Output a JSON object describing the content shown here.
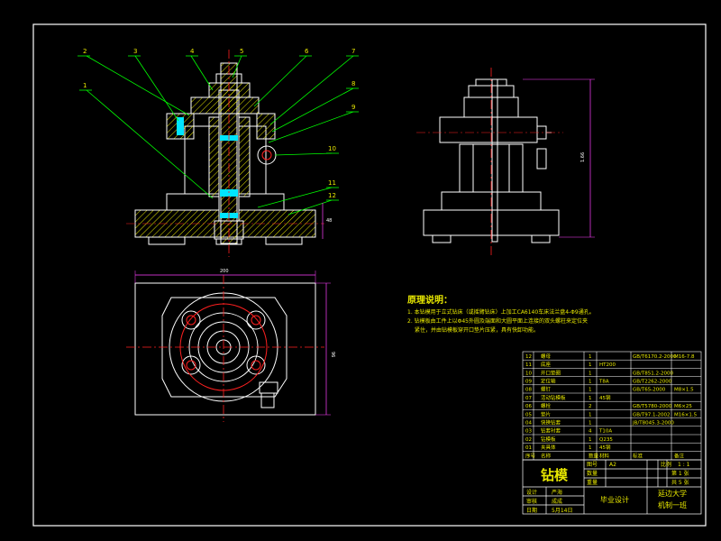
{
  "colors": {
    "background": "#000000",
    "outline": "#ffffff",
    "hatch": "#e8e800",
    "text_note": "#e8e800",
    "leader": "#00ff00",
    "center_line": "#ff2020",
    "dimension": "#ff40ff",
    "bolt_cyan": "#00e5ff"
  },
  "part_callouts": [
    "2",
    "3",
    "4",
    "5",
    "6",
    "7",
    "8",
    "9",
    "10",
    "11",
    "12",
    "1"
  ],
  "dimensions": {
    "plan_width": "200",
    "plan_height": "96",
    "front_height": "48",
    "side_height": "1.66"
  },
  "notes": {
    "heading": "原理说明：",
    "line1": "1. 本钻模用于立式钻床（或摇臂钻床）上加工CA6140车床法兰盘4-Φ9通孔。",
    "line2": "2. 钻模板由工件上以Φ45外圆及端面和大圆平面上连接的双头螺柱来定位夹",
    "line3": "紧住，并由钻模板穿开口垫片压紧，具有快卸功能。"
  },
  "bom": {
    "rows": [
      {
        "no": "12",
        "name": "螺母",
        "qty": "1",
        "material": "",
        "standard": "GB/T6170.2-2000",
        "note": "M16-7.8"
      },
      {
        "no": "11",
        "name": "底座",
        "qty": "1",
        "material": "HT200",
        "standard": "",
        "note": ""
      },
      {
        "no": "10",
        "name": "开口垫圈",
        "qty": "1",
        "material": "",
        "standard": "GB/T851.2-2000",
        "note": ""
      },
      {
        "no": "09",
        "name": "定位轴",
        "qty": "1",
        "material": "T8A",
        "standard": "GB/T2262-2000",
        "note": ""
      },
      {
        "no": "08",
        "name": "螺钉",
        "qty": "1",
        "material": "",
        "standard": "GB/T65-2000",
        "note": "M8×1.5"
      },
      {
        "no": "07",
        "name": "活动钻模板",
        "qty": "1",
        "material": "45钢",
        "standard": "",
        "note": ""
      },
      {
        "no": "06",
        "name": "螺栓",
        "qty": "2",
        "material": "",
        "standard": "GB/T5780-2000",
        "note": "M6×25"
      },
      {
        "no": "05",
        "name": "垫片",
        "qty": "1",
        "material": "",
        "standard": "GB/T97.1-2002",
        "note": "M16×1.5"
      },
      {
        "no": "04",
        "name": "快换钻套",
        "qty": "1",
        "material": "",
        "standard": "JB/T8045.3-2000",
        "note": ""
      },
      {
        "no": "03",
        "name": "钻套衬套",
        "qty": "4",
        "material": "T10A",
        "standard": "",
        "note": ""
      },
      {
        "no": "02",
        "name": "钻模板",
        "qty": "1",
        "material": "Q235",
        "standard": "",
        "note": ""
      },
      {
        "no": "01",
        "name": "夹具体",
        "qty": "1",
        "material": "45钢",
        "standard": "",
        "note": ""
      }
    ],
    "header": {
      "no": "序号",
      "name": "名称",
      "qty": "数量",
      "material": "材料",
      "standard": "标准",
      "note": "备注"
    }
  },
  "title_block": {
    "drawing_name": "钻模",
    "scale_label": "比例",
    "scale_value": "1 : 1",
    "fig_label": "图号",
    "fig_value": "A2",
    "qty_label": "数量",
    "sheet_label": "第 1 张",
    "weight_label": "重量",
    "total_label": "共 5 张",
    "designer_label": "设计",
    "designer": "严海",
    "checker_label": "审核",
    "checker": "成成",
    "date_label": "日期",
    "date": "5月14日",
    "project": "毕业设计",
    "school": "延边大学",
    "class": "机制一班"
  }
}
